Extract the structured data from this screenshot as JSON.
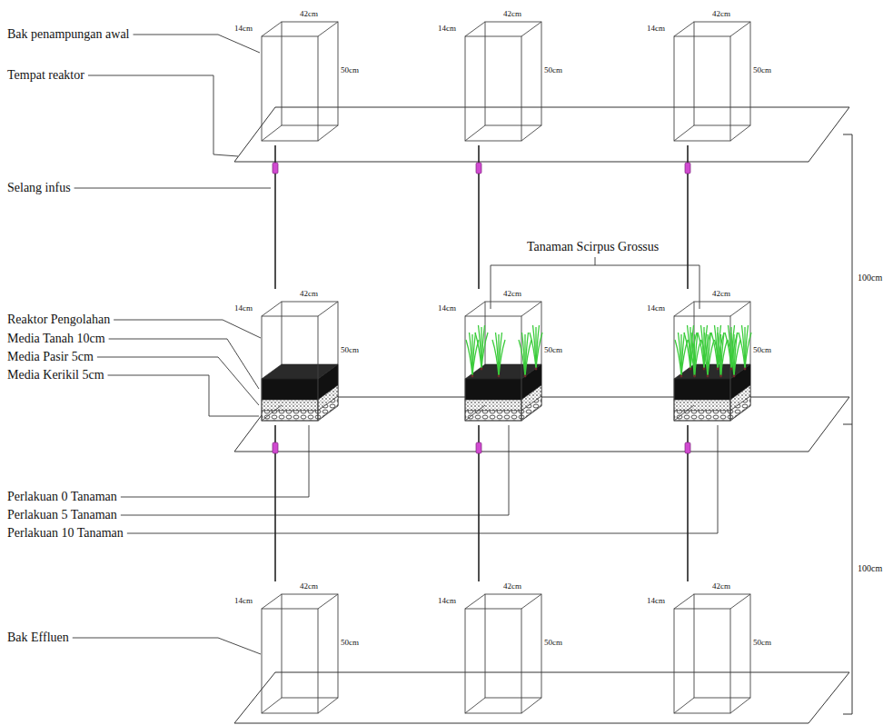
{
  "diagram": {
    "nodes": [
      {
        "text": [
          "42cm",
          "14cm",
          "50cm"
        ]
      },
      {
        "text": [
          "42cm",
          "14cm",
          "50cm"
        ]
      },
      {
        "text": [
          "42cm",
          "14cm",
          "50cm"
        ]
      },
      {
        "text": [
          "42cm",
          "14cm",
          "50cm"
        ]
      },
      {
        "text": [
          "42cm",
          "14cm",
          "50cm"
        ]
      },
      {
        "text": [
          "42cm",
          "14cm",
          "50cm"
        ]
      },
      {
        "text": [
          "42cm",
          "14cm",
          "50cm"
        ]
      },
      {
        "text": [
          "42cm",
          "14cm",
          "50cm"
        ]
      },
      {
        "text": [
          "42cm",
          "14cm",
          "50cm"
        ]
      }
    ],
    "edges": [
      {
        "from": 0,
        "to": 3,
        "arrow": "none"
      },
      {
        "from": 1,
        "to": 4,
        "arrow": "none"
      },
      {
        "from": 2,
        "to": 5,
        "arrow": "none"
      },
      {
        "from": 3,
        "to": 6,
        "arrow": "none"
      },
      {
        "from": 4,
        "to": 7,
        "arrow": "none"
      },
      {
        "from": 5,
        "to": 8,
        "arrow": "none"
      }
    ],
    "labels": [
      "Bak penampungan awal",
      "Tempat reaktor",
      "Selang infus",
      "Tanaman Scirpus Grossus",
      "Reaktor Pengolahan",
      "Media Tanah 10cm",
      "Media Pasir 5cm",
      "Media Kerikil 5cm",
      "Perlakuan 0 Tanaman",
      "Perlakuan 5 Tanaman",
      "Perlakuan 10 Tanaman",
      "Bak Effluen",
      "100cm",
      "100cm"
    ]
  }
}
